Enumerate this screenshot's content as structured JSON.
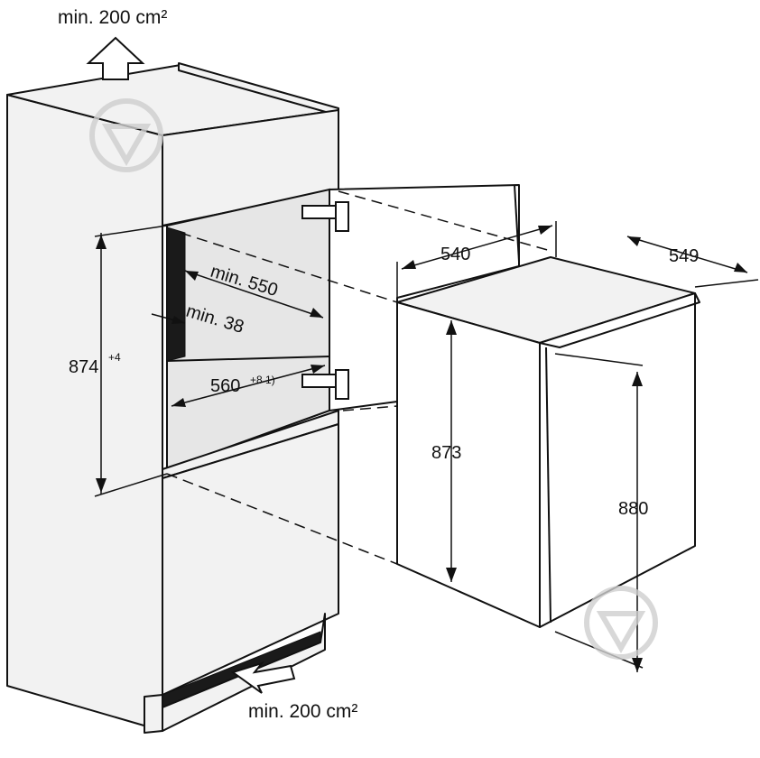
{
  "labels": {
    "vent_top": "min. 200 cm²",
    "vent_bottom": "min. 200 cm²",
    "niche_depth": "min. 550",
    "vent_gap": "min. 38",
    "niche_width": "560",
    "niche_width_tol": "+8 1)",
    "niche_height": "874",
    "niche_height_tol": "+4",
    "appliance_depth": "540",
    "appliance_depth_door": "549",
    "appliance_height": "873",
    "appliance_height_door": "880"
  },
  "colors": {
    "ink": "#111111",
    "panel": "#f2f2f2",
    "watermark": "#cfcfcf"
  },
  "icons": [
    "airflow-up-arrow-icon",
    "airflow-in-arrow-icon",
    "hinge-icon",
    "watermark-icon"
  ]
}
